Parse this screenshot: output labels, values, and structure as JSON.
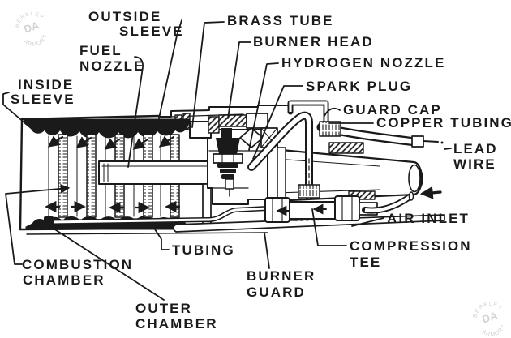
{
  "figure": {
    "description": "Cutaway line drawing of a burner assembly",
    "ink_color": "#1a1a1a",
    "background_color": "#ffffff"
  },
  "labels": {
    "inside_sleeve": {
      "lines": [
        "INSIDE",
        "SLEEVE"
      ]
    },
    "outside_sleeve": {
      "lines": [
        "OUTSIDE",
        "SLEEVE"
      ]
    },
    "fuel_nozzle": {
      "lines": [
        "FUEL",
        "NOZZLE"
      ]
    },
    "brass_tube": {
      "lines": [
        "BRASS TUBE"
      ]
    },
    "burner_head": {
      "lines": [
        "BURNER HEAD"
      ]
    },
    "hydrogen_nozzle": {
      "lines": [
        "HYDROGEN NOZZLE"
      ]
    },
    "spark_plug": {
      "lines": [
        "SPARK PLUG"
      ]
    },
    "guard_cap": {
      "lines": [
        "GUARD CAP"
      ]
    },
    "copper_tubing": {
      "lines": [
        "COPPER TUBING"
      ]
    },
    "lead_wire": {
      "lines": [
        "LEAD",
        "WIRE"
      ]
    },
    "air_inlet": {
      "lines": [
        "AIR INLET"
      ]
    },
    "compression_tee": {
      "lines": [
        "COMPRESSION",
        "TEE"
      ]
    },
    "burner_guard": {
      "lines": [
        "BURNER",
        "GUARD"
      ]
    },
    "tubing": {
      "lines": [
        "TUBING"
      ]
    },
    "combustion_chamber": {
      "lines": [
        "COMBUSTION",
        "CHAMBER"
      ]
    },
    "outer_chamber": {
      "lines": [
        "OUTER",
        "CHAMBER"
      ]
    }
  },
  "watermark": {
    "center": "DA",
    "arc_top": "BERKLEY",
    "arc_bottom": "ARMORY"
  }
}
